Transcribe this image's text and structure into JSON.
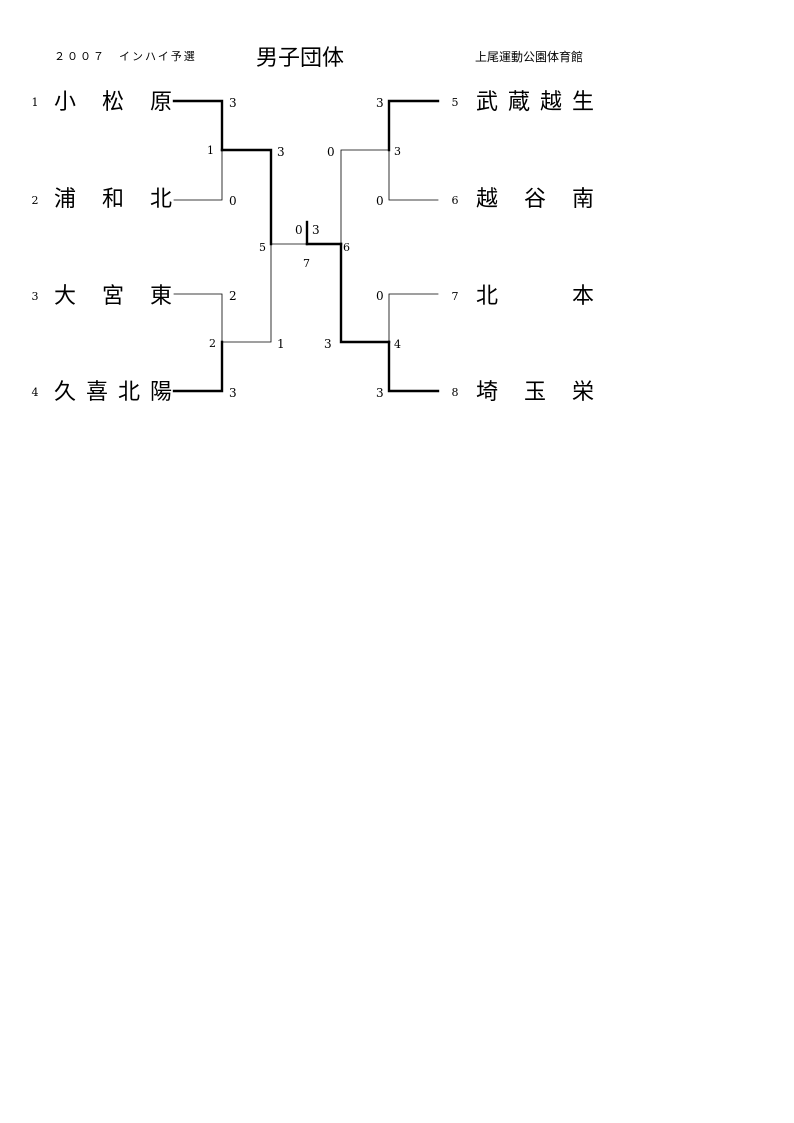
{
  "header": {
    "left": "２００７　インハイ予選",
    "title": "男子団体",
    "venue": "上尾運動公園体育館"
  },
  "teams": [
    {
      "seed": "1",
      "name": "小松原"
    },
    {
      "seed": "2",
      "name": "浦和北"
    },
    {
      "seed": "3",
      "name": "大宮東"
    },
    {
      "seed": "4",
      "name": "久喜北陽"
    },
    {
      "seed": "5",
      "name": "武蔵越生"
    },
    {
      "seed": "6",
      "name": "越谷南"
    },
    {
      "seed": "7",
      "name": "北　　本"
    },
    {
      "seed": "8",
      "name": "埼玉栄"
    }
  ],
  "matches": [
    {
      "number": "1",
      "score_a": "3",
      "score_b": "0",
      "winner": "a"
    },
    {
      "number": "2",
      "score_a": "2",
      "score_b": "3",
      "winner": "b"
    },
    {
      "number": "3",
      "score_a": "3",
      "score_b": "0",
      "winner": "a"
    },
    {
      "number": "4",
      "score_a": "0",
      "score_b": "3",
      "winner": "b"
    },
    {
      "number": "5",
      "score_a": "3",
      "score_b": "1",
      "winner": "a"
    },
    {
      "number": "6",
      "score_a": "0",
      "score_b": "3",
      "winner": "b"
    },
    {
      "number": "7",
      "score_a": "0",
      "score_b": "3",
      "winner": "b"
    }
  ]
}
